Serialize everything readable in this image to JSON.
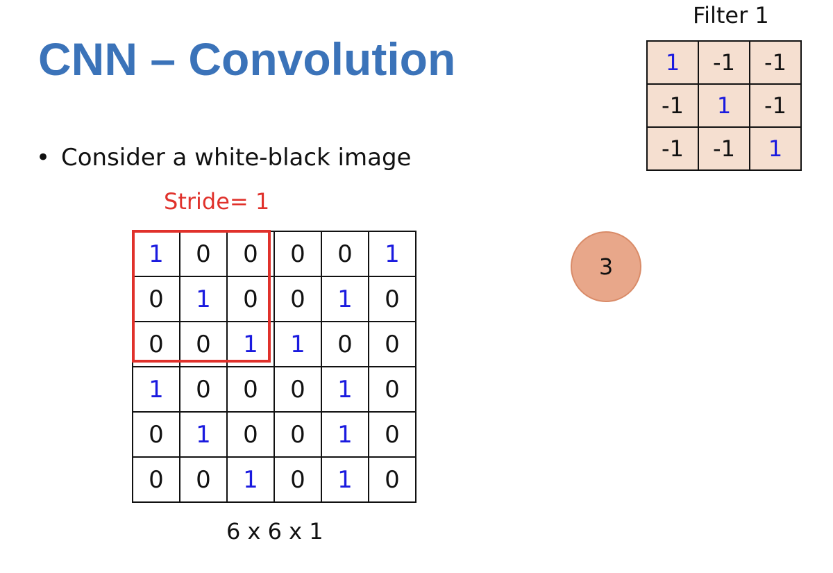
{
  "slide": {
    "title": "CNN – Convolution",
    "bullet_symbol": "•",
    "bullet_text": "Consider a white-black image",
    "stride_label": "Stride= 1",
    "image_dims": "6 x 6 x 1",
    "result_value": "3"
  },
  "image_matrix": [
    [
      "1",
      "0",
      "0",
      "0",
      "0",
      "1"
    ],
    [
      "0",
      "1",
      "0",
      "0",
      "1",
      "0"
    ],
    [
      "0",
      "0",
      "1",
      "1",
      "0",
      "0"
    ],
    [
      "1",
      "0",
      "0",
      "0",
      "1",
      "0"
    ],
    [
      "0",
      "1",
      "0",
      "0",
      "1",
      "0"
    ],
    [
      "0",
      "0",
      "1",
      "0",
      "1",
      "0"
    ]
  ],
  "filter": {
    "label": "Filter 1",
    "matrix": [
      [
        "1",
        "-1",
        "-1"
      ],
      [
        "-1",
        "1",
        "-1"
      ],
      [
        "-1",
        "-1",
        "1"
      ]
    ]
  },
  "colors": {
    "title": "#3b73b9",
    "stride": "#e0312b",
    "one_value": "#1a1adf",
    "filter_fill": "#f5dfd0",
    "result_fill": "#e8a78a"
  }
}
